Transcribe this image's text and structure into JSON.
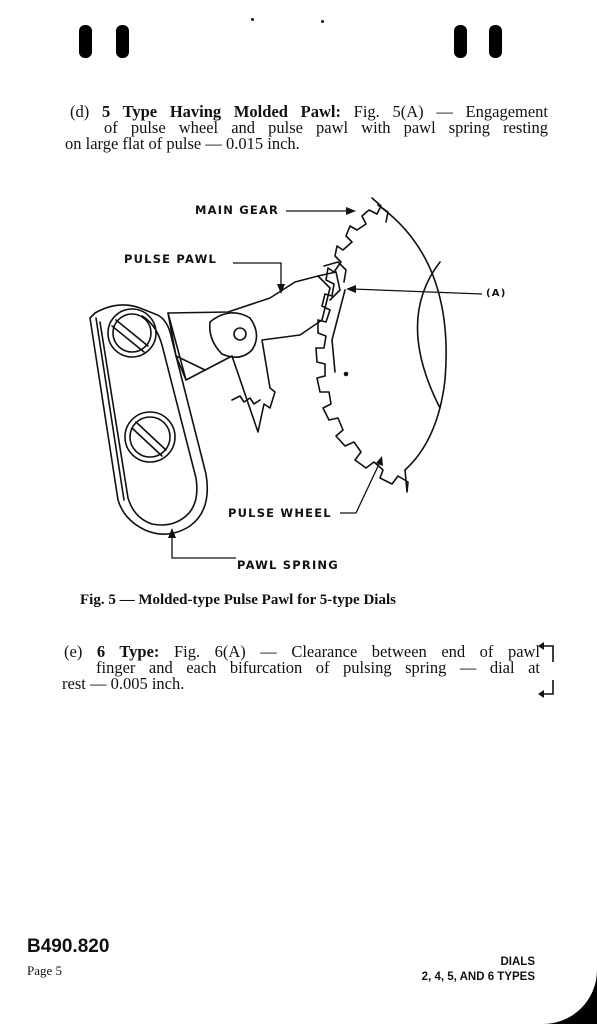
{
  "section_d": {
    "label": "(d)",
    "title": "5 Type Having Molded Pawl:",
    "line1_rest": "Fig. 5(A) — Engagement",
    "line2": "of pulse wheel and pulse pawl with pawl spring resting",
    "line3": "on large flat of pulse — 0.015 inch."
  },
  "figure": {
    "labels": {
      "main_gear": "MAIN GEAR",
      "pulse_pawl": "PULSE PAWL",
      "a_marker": "(A)",
      "pulse_wheel": "PULSE WHEEL",
      "pawl_spring": "PAWL SPRING"
    },
    "caption": "Fig. 5 — Molded-type Pulse Pawl for 5-type Dials"
  },
  "section_e": {
    "label": "(e)",
    "title": "6 Type:",
    "line1_rest": "Fig. 6(A) — Clearance between end of pawl",
    "line2": "finger and each bifurcation of pulsing spring — dial at",
    "line3": "rest — 0.005 inch."
  },
  "footer": {
    "doc_number": "B490.820",
    "page": "Page 5",
    "title_line1": "DIALS",
    "title_line2": "2, 4, 5, AND 6 TYPES"
  }
}
